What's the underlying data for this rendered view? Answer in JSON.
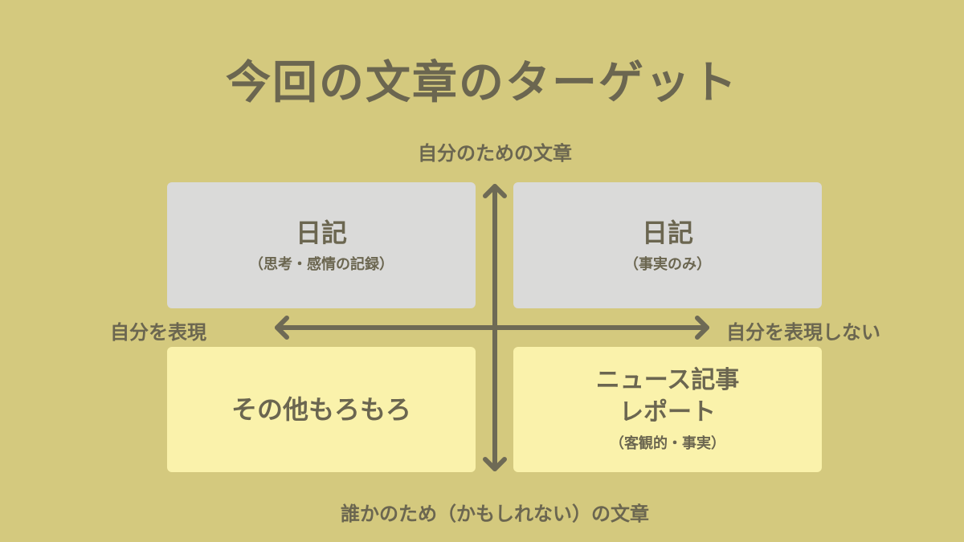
{
  "title": "今回の文章のターゲット",
  "axes": {
    "top": "自分のための文章",
    "bottom": "誰かのため（かもしれない）の文章",
    "left": "自分を表現",
    "right": "自分を表現しない"
  },
  "quadrants": {
    "top_left": {
      "title": "日記",
      "subtitle": "（思考・感情の記録）"
    },
    "top_right": {
      "title": "日記",
      "subtitle": "（事実のみ）"
    },
    "bottom_left": {
      "title": "その他もろもろ"
    },
    "bottom_right": {
      "title_line1": "ニュース記事",
      "title_line2": "レポート",
      "subtitle": "（客観的・事実）"
    }
  },
  "colors": {
    "background": "#d4c97e",
    "text": "#6b6650",
    "arrow": "#6e6a55",
    "gray_box": "#dadad9",
    "yellow_box": "#faf2ab"
  }
}
